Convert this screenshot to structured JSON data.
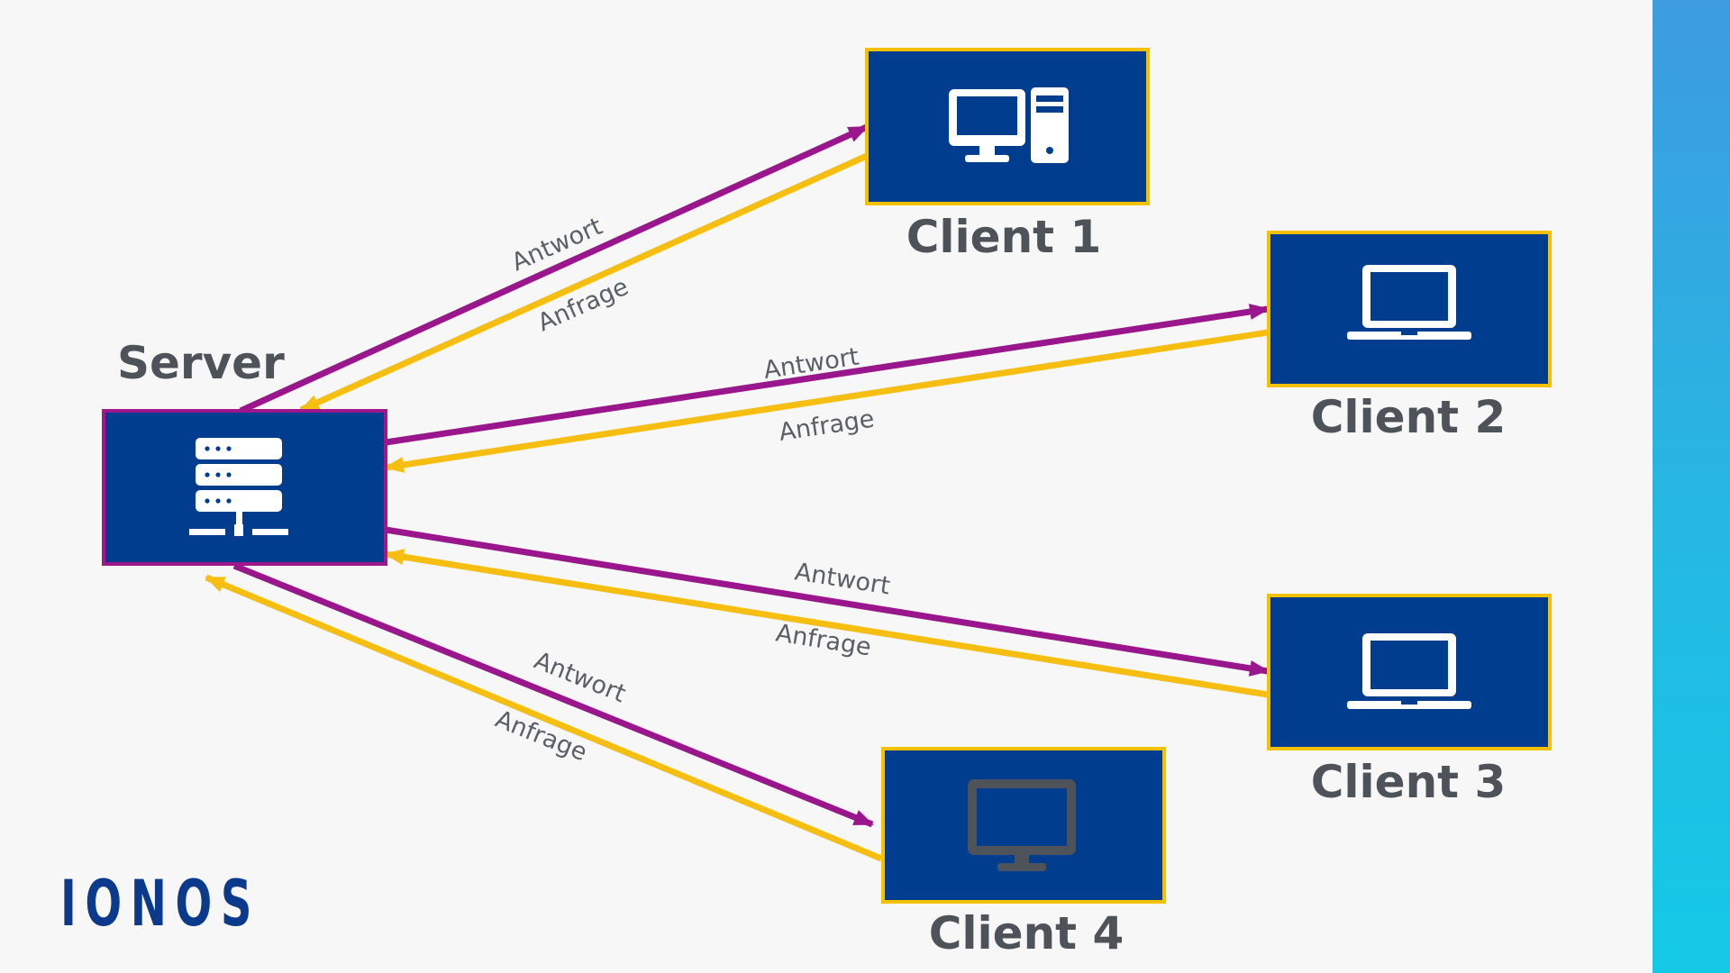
{
  "server": {
    "label": "Server",
    "icon": "server-rack-icon"
  },
  "clients": [
    {
      "label": "Client 1",
      "icon": "desktop-tower-icon"
    },
    {
      "label": "Client 2",
      "icon": "laptop-icon"
    },
    {
      "label": "Client 3",
      "icon": "laptop-icon"
    },
    {
      "label": "Client 4",
      "icon": "monitor-icon"
    }
  ],
  "edge_labels": {
    "response": "Antwort",
    "request": "Anfrage"
  },
  "logo": {
    "text": "IONOS"
  },
  "colors": {
    "box_fill": "#003d8f",
    "client_border": "#f5c000",
    "server_border": "#a0168c",
    "response_arrow": "#9a168c",
    "request_arrow": "#f7be12",
    "label_text": "#4d5358",
    "logo": "#0b3a8c",
    "side_band": "#27b6e2"
  }
}
